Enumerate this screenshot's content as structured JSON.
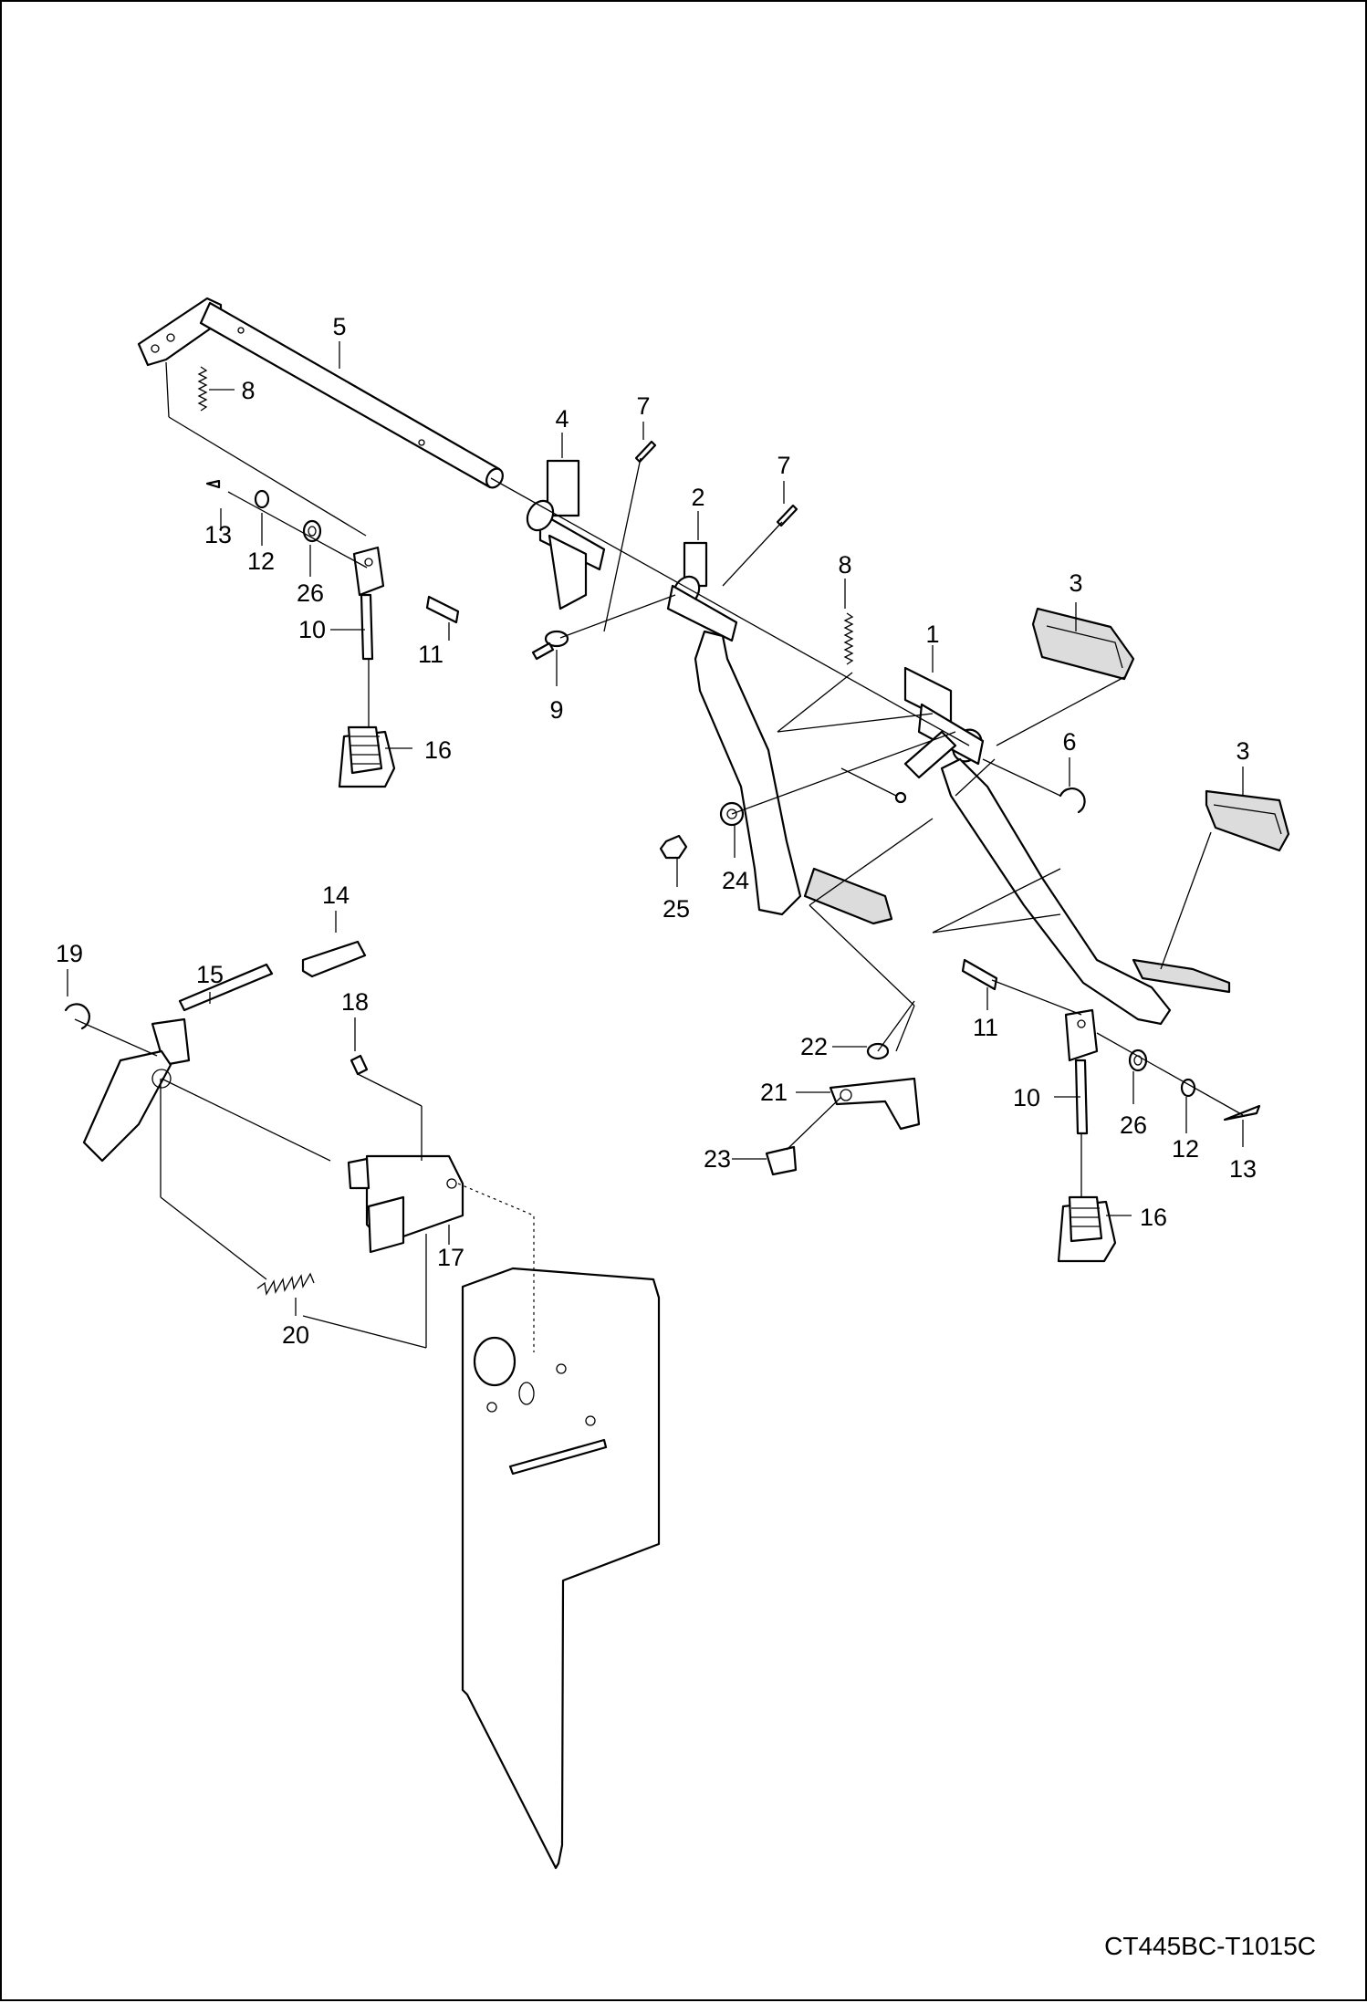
{
  "drawing_code": "CT445BC-T1015C",
  "callouts": [
    {
      "id": "c1",
      "text": "1"
    },
    {
      "id": "c2",
      "text": "2"
    },
    {
      "id": "c3a",
      "text": "3"
    },
    {
      "id": "c3b",
      "text": "3"
    },
    {
      "id": "c4",
      "text": "4"
    },
    {
      "id": "c5",
      "text": "5"
    },
    {
      "id": "c6",
      "text": "6"
    },
    {
      "id": "c7a",
      "text": "7"
    },
    {
      "id": "c7b",
      "text": "7"
    },
    {
      "id": "c8a",
      "text": "8"
    },
    {
      "id": "c8b",
      "text": "8"
    },
    {
      "id": "c9",
      "text": "9"
    },
    {
      "id": "c10a",
      "text": "10"
    },
    {
      "id": "c10b",
      "text": "10"
    },
    {
      "id": "c11a",
      "text": "11"
    },
    {
      "id": "c11b",
      "text": "11"
    },
    {
      "id": "c12a",
      "text": "12"
    },
    {
      "id": "c12b",
      "text": "12"
    },
    {
      "id": "c13a",
      "text": "13"
    },
    {
      "id": "c13b",
      "text": "13"
    },
    {
      "id": "c14",
      "text": "14"
    },
    {
      "id": "c15",
      "text": "15"
    },
    {
      "id": "c16a",
      "text": "16"
    },
    {
      "id": "c16b",
      "text": "16"
    },
    {
      "id": "c17",
      "text": "17"
    },
    {
      "id": "c18",
      "text": "18"
    },
    {
      "id": "c19",
      "text": "19"
    },
    {
      "id": "c20",
      "text": "20"
    },
    {
      "id": "c21",
      "text": "21"
    },
    {
      "id": "c22",
      "text": "22"
    },
    {
      "id": "c23",
      "text": "23"
    },
    {
      "id": "c24",
      "text": "24"
    },
    {
      "id": "c25",
      "text": "25"
    },
    {
      "id": "c26a",
      "text": "26"
    },
    {
      "id": "c26b",
      "text": "26"
    }
  ]
}
